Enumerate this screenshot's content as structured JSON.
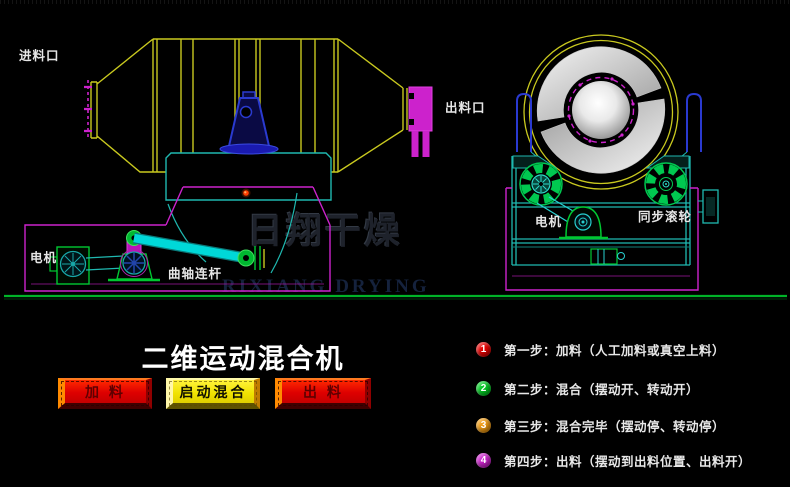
{
  "title": "二维运动混合机",
  "watermark": {
    "cn": "日翔干燥",
    "en": "RIXIANG DRYING"
  },
  "diagram": {
    "left_view": {
      "inlet_label": "进料口",
      "outlet_label": "出料口",
      "motor_label": "电机",
      "crank_label": "曲轴连杆"
    },
    "right_view": {
      "motor_label": "电机",
      "roller_label": "同步滚轮"
    },
    "colors": {
      "drum_line": "#c9c91f",
      "frame_magenta": "#cc22cc",
      "platform_cyan": "#1fb8b0",
      "support_blue": "#2a3ad0",
      "mechanism_green": "#00c832",
      "ground_green": "#00b428"
    }
  },
  "buttons": [
    {
      "label": "加 料",
      "style": "red"
    },
    {
      "label": "启动混合",
      "style": "yellow"
    },
    {
      "label": "出 料",
      "style": "red"
    }
  ],
  "steps": [
    {
      "num": "1",
      "color": "#e60000",
      "text": "第一步：加料（人工加料或真空上料）"
    },
    {
      "num": "2",
      "color": "#00cc22",
      "text": "第二步：混合（摆动开、转动开）"
    },
    {
      "num": "3",
      "color": "#f09a10",
      "text": "第三步：混合完毕（摆动停、转动停）"
    },
    {
      "num": "4",
      "color": "#cc22cc",
      "text": "第四步：出料（摆动到出料位置、出料开）"
    }
  ]
}
